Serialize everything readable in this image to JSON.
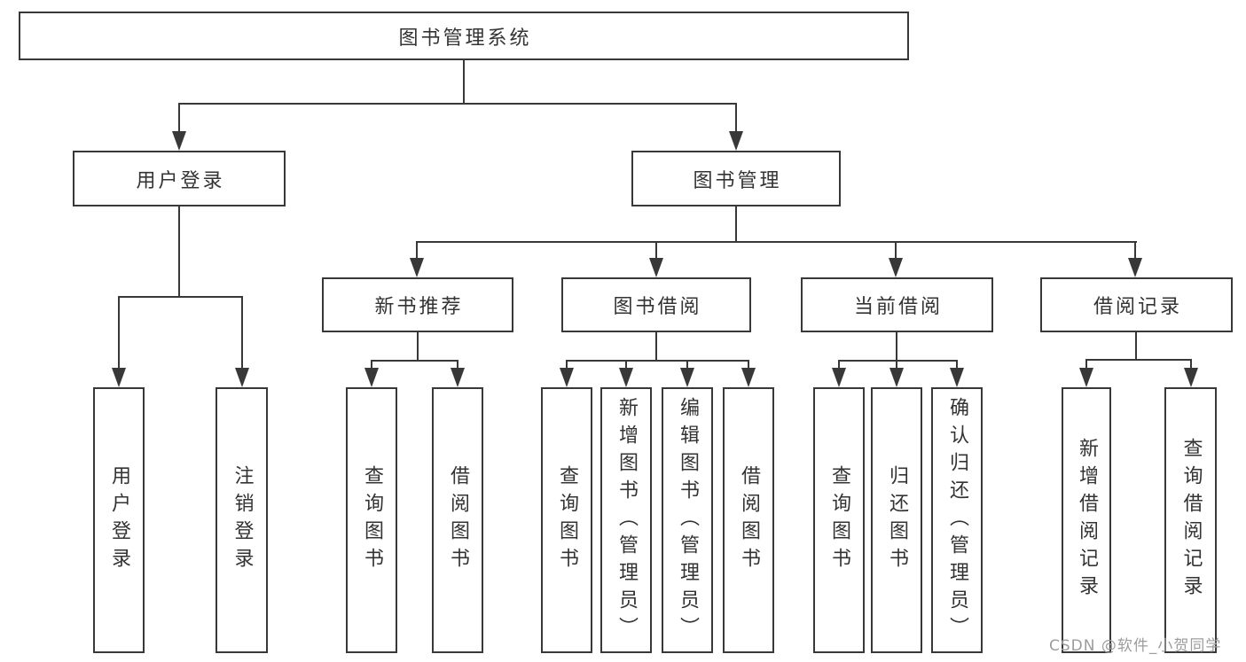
{
  "diagram": {
    "type": "hierarchy-tree",
    "watermark": "CSDN @软件_小贺同学",
    "colors": {
      "line": "#383838",
      "box_border": "#383838",
      "box_background": "#ffffff",
      "text": "#333333",
      "watermark": "#9c9c9c",
      "page_background": "#ffffff"
    },
    "tree": {
      "label": "图书管理系统",
      "children": [
        {
          "label": "用户登录",
          "children": [
            {
              "label": "用户登录"
            },
            {
              "label": "注销登录"
            }
          ]
        },
        {
          "label": "图书管理",
          "children": [
            {
              "label": "新书推荐",
              "children": [
                {
                  "label": "查询图书"
                },
                {
                  "label": "借阅图书"
                }
              ]
            },
            {
              "label": "图书借阅",
              "children": [
                {
                  "label": "查询图书"
                },
                {
                  "label": "新增图书（管理员）"
                },
                {
                  "label": "编辑图书（管理员）"
                },
                {
                  "label": "借阅图书"
                }
              ]
            },
            {
              "label": "当前借阅",
              "children": [
                {
                  "label": "查询图书"
                },
                {
                  "label": "归还图书"
                },
                {
                  "label": "确认归还（管理员）"
                }
              ]
            },
            {
              "label": "借阅记录",
              "children": [
                {
                  "label": "新增借阅记录"
                },
                {
                  "label": "查询借阅记录"
                }
              ]
            }
          ]
        }
      ]
    }
  }
}
